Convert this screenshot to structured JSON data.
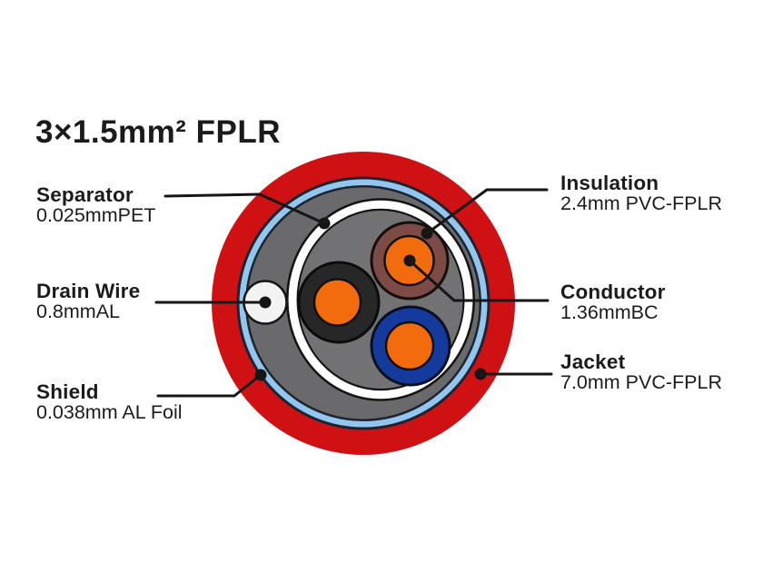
{
  "title": "3×1.5mm² FPLR",
  "callouts": {
    "separator": {
      "name": "Separator",
      "value": "0.025mmPET"
    },
    "drain_wire": {
      "name": "Drain Wire",
      "value": "0.8mmAL"
    },
    "shield": {
      "name": "Shield",
      "value": "0.038mm AL Foil"
    },
    "insulation": {
      "name": "Insulation",
      "value": "2.4mm PVC-FPLR"
    },
    "conductor": {
      "name": "Conductor",
      "value": "1.36mmBC"
    },
    "jacket": {
      "name": "Jacket",
      "value": "7.0mm PVC-FPLR"
    }
  },
  "colors": {
    "jacket_red": "#d01114",
    "foil_light_blue": "#93c6ee",
    "foil_outline_dark": "#1d2430",
    "shield_gray": "#6a6a6c",
    "inner_gray": "#727274",
    "separator_white": "#ffffff",
    "drain_wire_white": "#f3f3f4",
    "insulation_black": "#272727",
    "insulation_brown": "#7c4b45",
    "insulation_blue": "#143a9d",
    "conductor_orange": "#f26c0d",
    "leader_line": "#161616",
    "text": "#1b1b1b"
  }
}
